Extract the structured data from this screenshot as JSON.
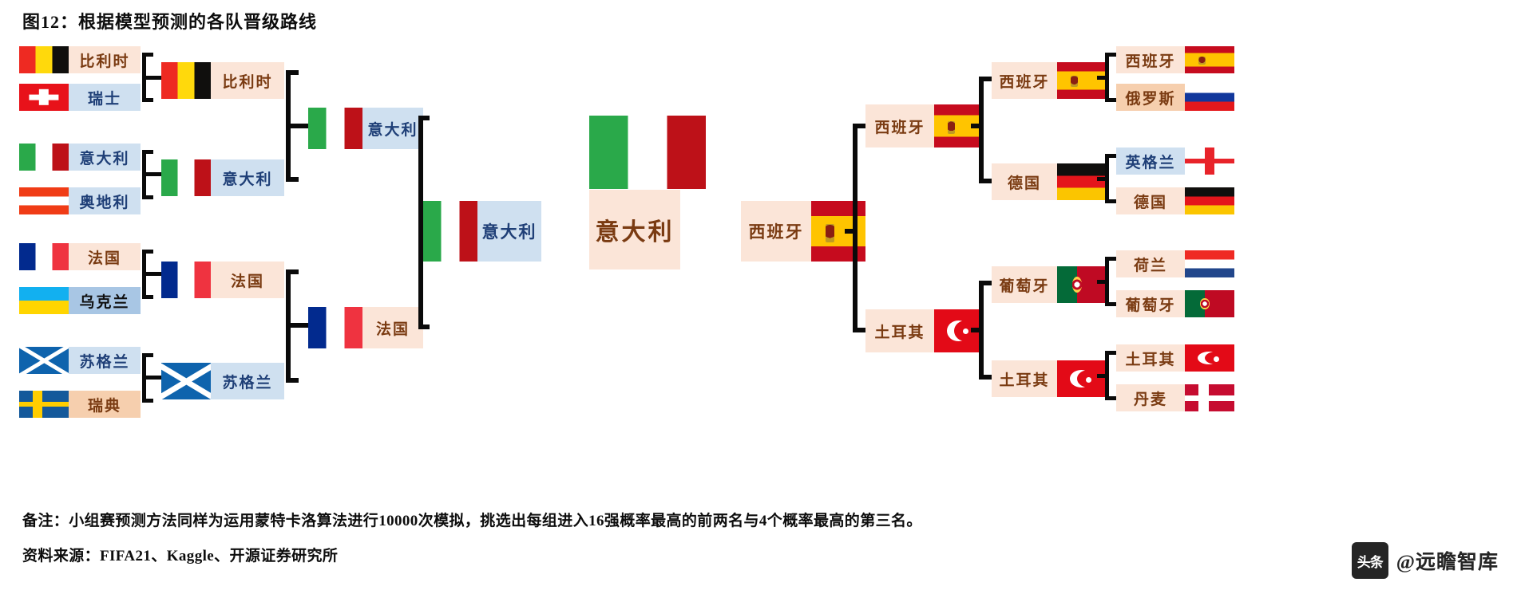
{
  "chart_title": "图12：根据模型预测的各队晋级路线",
  "footnotes": {
    "note": "备注：小组赛预测方法同样为运用蒙特卡洛算法进行10000次模拟，挑选出每组进入16强概率最高的前两名与4个概率最高的第三名。",
    "source": "资料来源：FIFA21、Kaggle、开源证券研究所"
  },
  "watermark": {
    "badge": "头条",
    "text": "@远瞻智库"
  },
  "colors": {
    "peach": "#fbe5d8",
    "peach_deep": "#f6cfae",
    "blue_light": "#cfe0f0",
    "blue_mid": "#a8c6e4",
    "text_brown": "#7a3b12",
    "text_blue": "#1f3f77",
    "connector": "#0a0a0a"
  },
  "chart_data": {
    "type": "diagram",
    "title": "图12：根据模型预测的各队晋级路线",
    "diagram_kind": "double-sided knockout bracket (UEFA Euro Round of 16 to Final)",
    "champion": "意大利",
    "finalists": [
      "意大利",
      "西班牙"
    ],
    "left_half": {
      "round_of_16": [
        {
          "team": "比利时",
          "flag": "belgium",
          "theme": "peach"
        },
        {
          "team": "瑞士",
          "flag": "swiss",
          "theme": "blue"
        },
        {
          "team": "意大利",
          "flag": "italy",
          "theme": "blue"
        },
        {
          "team": "奥地利",
          "flag": "austria",
          "theme": "blue"
        },
        {
          "team": "法国",
          "flag": "france",
          "theme": "peach"
        },
        {
          "team": "乌克兰",
          "flag": "ukraine",
          "theme": "blue2"
        },
        {
          "team": "苏格兰",
          "flag": "scotland",
          "theme": "blue"
        },
        {
          "team": "瑞典",
          "flag": "sweden",
          "theme": "peach2"
        }
      ],
      "quarter_finals": [
        {
          "team": "比利时",
          "flag": "belgium",
          "theme": "peach"
        },
        {
          "team": "意大利",
          "flag": "italy",
          "theme": "blue"
        },
        {
          "team": "法国",
          "flag": "france",
          "theme": "peach"
        },
        {
          "team": "苏格兰",
          "flag": "scotland",
          "theme": "blue"
        }
      ],
      "semi_finals": [
        {
          "team": "意大利",
          "flag": "italy",
          "theme": "blue"
        },
        {
          "team": "法国",
          "flag": "france",
          "theme": "peach"
        }
      ],
      "final_entrant": {
        "team": "意大利",
        "flag": "italy",
        "theme": "blue"
      }
    },
    "right_half": {
      "round_of_16": [
        {
          "team": "西班牙",
          "flag": "spain",
          "theme": "peach"
        },
        {
          "team": "俄罗斯",
          "flag": "russia",
          "theme": "peach2"
        },
        {
          "team": "英格兰",
          "flag": "england",
          "theme": "blue"
        },
        {
          "team": "德国",
          "flag": "germany",
          "theme": "peach"
        },
        {
          "team": "荷兰",
          "flag": "netherlands",
          "theme": "peach"
        },
        {
          "team": "葡萄牙",
          "flag": "portugal",
          "theme": "peach"
        },
        {
          "team": "土耳其",
          "flag": "turkey",
          "theme": "peach"
        },
        {
          "team": "丹麦",
          "flag": "denmark",
          "theme": "peach"
        }
      ],
      "quarter_finals": [
        {
          "team": "西班牙",
          "flag": "spain",
          "theme": "peach"
        },
        {
          "team": "德国",
          "flag": "germany",
          "theme": "peach"
        },
        {
          "team": "葡萄牙",
          "flag": "portugal",
          "theme": "peach"
        },
        {
          "team": "土耳其",
          "flag": "turkey",
          "theme": "peach"
        }
      ],
      "semi_finals": [
        {
          "team": "西班牙",
          "flag": "spain",
          "theme": "peach"
        },
        {
          "team": "土耳其",
          "flag": "turkey",
          "theme": "peach2"
        }
      ],
      "final_entrant": {
        "team": "西班牙",
        "flag": "spain",
        "theme": "peach"
      }
    },
    "winner_block": {
      "team": "意大利",
      "flag": "italy",
      "theme": "peach"
    }
  }
}
